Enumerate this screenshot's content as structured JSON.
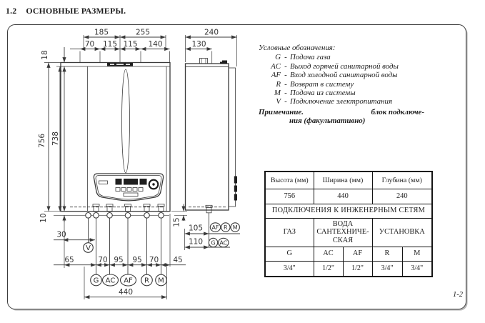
{
  "page": {
    "section_number": "1.2",
    "section_title": "ОСНОВНЫЕ РАЗМЕРЫ.",
    "page_number": "1-2"
  },
  "legend": {
    "title": "Условные обозначения:",
    "items": [
      {
        "key": "G",
        "dash": "-",
        "desc": "Подача газа"
      },
      {
        "key": "AC",
        "dash": "-",
        "desc": "Выход горячей санитарной воды"
      },
      {
        "key": "AF",
        "dash": "-",
        "desc": "Вход холодной санитарной воды"
      },
      {
        "key": "R",
        "dash": "-",
        "desc": "Возврат в систему"
      },
      {
        "key": "M",
        "dash": "-",
        "desc": "Подача из системы"
      },
      {
        "key": "V",
        "dash": "-",
        "desc": "Подключение электропитания"
      }
    ],
    "note_label": "Примечание.",
    "note_line1": "блок подключе-",
    "note_line2": "ния (факультативно)"
  },
  "drawing": {
    "front": {
      "dim_185": "185",
      "dim_255": "255",
      "dim_70a": "70",
      "dim_115a": "115",
      "dim_115b": "115",
      "dim_140": "140",
      "dim_18": "18",
      "dim_756": "756",
      "dim_738": "738",
      "dim_10": "10",
      "dim_30": "30",
      "dim_65": "65",
      "dim_70b": "70",
      "dim_95a": "95",
      "dim_95b": "95",
      "dim_70c": "70",
      "dim_45": "45",
      "dim_440": "440",
      "port_v": "V",
      "ports": [
        "G",
        "AC",
        "AF",
        "R",
        "M"
      ]
    },
    "side": {
      "dim_240": "240",
      "dim_130": "130",
      "dim_15": "15",
      "dim_105": "105",
      "dim_110": "110",
      "ports_row1": [
        "AF",
        "R",
        "M"
      ],
      "ports_row2": [
        "G",
        "AC"
      ]
    }
  },
  "table": {
    "headers": [
      "Высота (мм)",
      "Ширина (мм)",
      "Глубина (мм)"
    ],
    "values": [
      "756",
      "440",
      "240"
    ],
    "section": "ПОДКЛЮЧЕНИЯ К ИНЖЕНЕРНЫМ СЕТЯМ",
    "groups": [
      "ГАЗ",
      "ВОДА САНТЕХНИЧЕ-СКАЯ",
      "УСТАНОВКА"
    ],
    "ports": [
      "G",
      "AC",
      "AF",
      "R",
      "M"
    ],
    "sizes": [
      "3/4\"",
      "1/2\"",
      "1/2\"",
      "3/4\"",
      "3/4\""
    ]
  }
}
